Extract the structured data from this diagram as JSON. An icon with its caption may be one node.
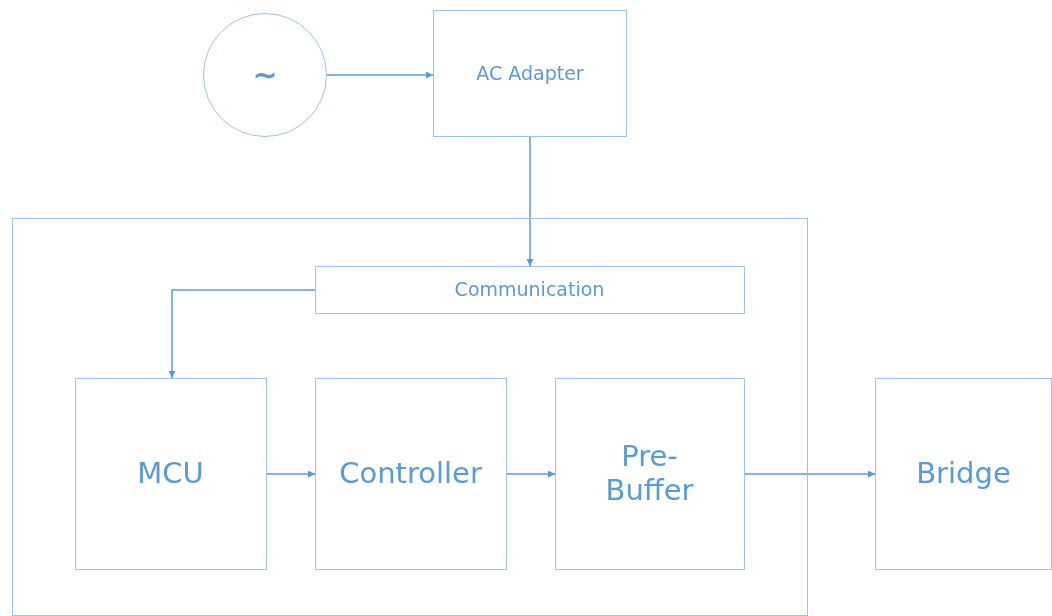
{
  "diagram": {
    "nodes": [
      {
        "text": [
          "∼"
        ]
      },
      {
        "text": [
          "AC Adapter"
        ]
      },
      {
        "text": [],
        "shape": "box"
      },
      {
        "text": [
          "Communication"
        ],
        "in": 2
      },
      {
        "text": [
          "MCU"
        ],
        "in": 2
      },
      {
        "text": [
          "Controller"
        ],
        "in": 2
      },
      {
        "text": [
          "Pre- Buffer"
        ],
        "in": 2
      },
      {
        "text": [
          "Bridge"
        ]
      }
    ],
    "edges": [
      {
        "from": 0,
        "to": 1,
        "arrow": "to"
      },
      {
        "from": 1,
        "to": 3,
        "arrow": "to"
      },
      {
        "from": 3,
        "to": 4,
        "arrow": "to"
      },
      {
        "from": 4,
        "to": 5,
        "arrow": "to"
      },
      {
        "from": 5,
        "to": 6,
        "arrow": "to"
      },
      {
        "from": 6,
        "to": 7,
        "arrow": "to"
      }
    ]
  }
}
